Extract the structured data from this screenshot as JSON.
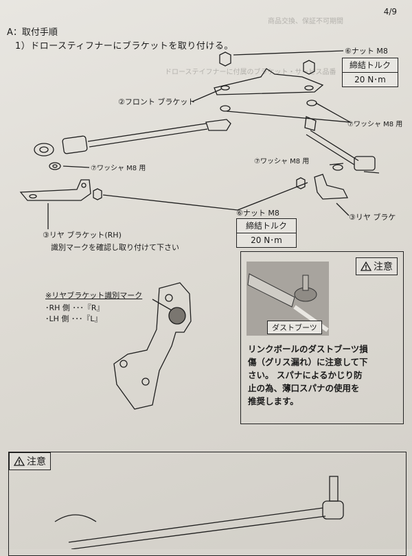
{
  "page": {
    "number": "4/9"
  },
  "bleed": {
    "line1": "商品交換、保証不可期間",
    "line2": "ドローステイフナーに付属のブラケット・サービス品番"
  },
  "section": {
    "title": "A：取付手順"
  },
  "step": {
    "text": "1）ドロースティフナーにブラケットを取り付ける。"
  },
  "labels": {
    "nut_top": "⑥ナット M8",
    "torque_top": "締結トルク",
    "torque_top_value": "20 N･m",
    "front_bracket": "②フロント ブラケット",
    "washer_right": "⑦ワッシャ M8 用",
    "washer_mid": "⑦ワッシャ M8 用",
    "washer_left": "⑦ワッシャ M8 用",
    "nut_bottom": "⑥ナット M8",
    "torque_bottom": "締結トルク",
    "torque_bottom_value": "20 N･m",
    "rear_bracket_rh": "③リヤ ブラケット(RH)",
    "rear_bracket_right": "③リヤ ブラケ",
    "confirm_mark": "識別マークを確認し取り付けて下さい",
    "id_mark_title": "※リヤブラケット識別マーク",
    "rh_side": "･RH 側 ･･･『R』",
    "lh_side": "･LH 側 ･･･『L』"
  },
  "caution1": {
    "title": "注意",
    "boot_label": "ダストブーツ",
    "line1": "リンクボールのダストブーツ損",
    "line2": "傷（グリス漏れ）に注意して下",
    "line3": "さい。 スパナによるかじり防",
    "line4": "止の為、薄口スパナの使用を",
    "line5": "推奨します。"
  },
  "caution2": {
    "title": "注意"
  },
  "colors": {
    "ink": "#1b1b1b",
    "paper": "#e4e2dc"
  }
}
